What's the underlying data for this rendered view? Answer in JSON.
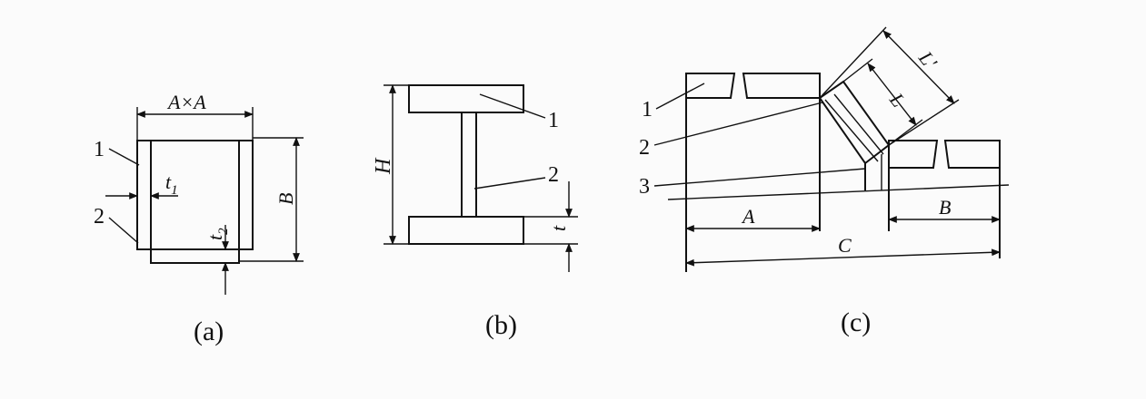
{
  "figure_a": {
    "caption": "(a)",
    "dim_width": "A×A",
    "dim_height": "B",
    "dim_t1": "t",
    "dim_t1_sub": "1",
    "dim_t2": "t",
    "dim_t2_sub": "2",
    "label_1": "1",
    "label_2": "2"
  },
  "figure_b": {
    "caption": "(b)",
    "dim_height": "H",
    "dim_t": "t",
    "label_1": "1",
    "label_2": "2"
  },
  "figure_c": {
    "caption": "(c)",
    "dim_a": "A",
    "dim_b": "B",
    "dim_c": "C",
    "dim_l": "L",
    "dim_l_prime": "L'",
    "label_1": "1",
    "label_2": "2",
    "label_3": "3"
  }
}
